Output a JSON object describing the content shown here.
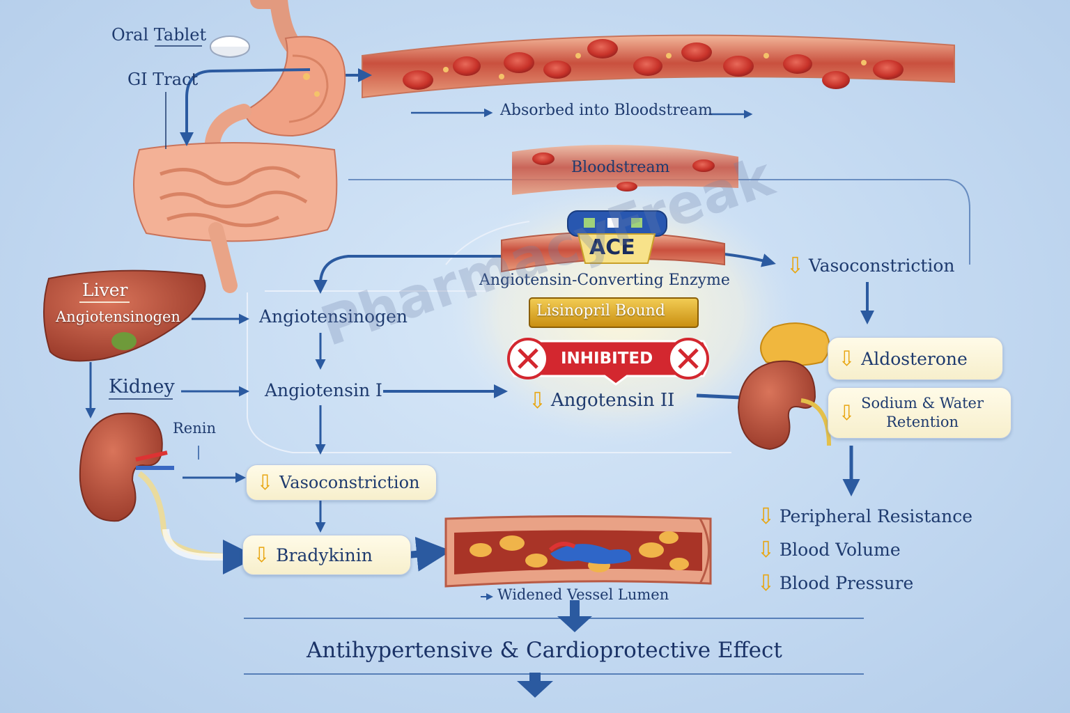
{
  "labels": {
    "oral_tablet": "Oral Tablet",
    "gi_tract": "GI Tract",
    "absorbed": "Absorbed into Bloodstream",
    "bloodstream": "Bloodstream",
    "ace": "ACE",
    "ace_full": "Angiotensin-Converting Enzyme",
    "lisinopril_bound": "Lisinopril Bound",
    "inhibited": "INHIBITED",
    "angiotensin_ii": "Angotensin II",
    "vasoconstriction_top": "Vasoconstriction",
    "liver": "Liver",
    "liver_sub": "Angiotensinogen",
    "angiotensinogen": "Angiotensinogen",
    "kidney": "Kidney",
    "angiotensin_i": "Angiotensin I",
    "renin": "Renin",
    "vasoconstriction_mid": "Vasoconstriction",
    "bradykinin": "Bradykinin",
    "widened": "Widened Vessel Lumen",
    "aldosterone": "Aldosterone",
    "sodium_water_1": "Sodium & Water",
    "sodium_water_2": "Retention",
    "peripheral_resistance": "Peripheral Resistance",
    "blood_volume": "Blood Volume",
    "blood_pressure": "Blood Pressure",
    "effect": "Antihypertensive & Cardioprotective Effect",
    "watermark": "PharmacyFreak"
  },
  "colors": {
    "arrow": "#2b5aa0",
    "decrease": "#e8a612",
    "inhibit": "#d3272f",
    "tissue": "#c85a4a",
    "vessel_wall": "#e8a27f"
  }
}
